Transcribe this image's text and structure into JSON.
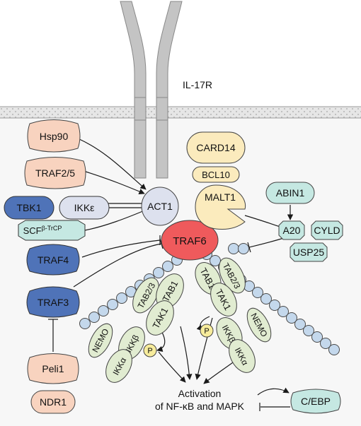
{
  "receptor": {
    "label": "IL-17R"
  },
  "nodes": {
    "hsp90": "Hsp90",
    "traf25": "TRAF2/5",
    "tbk1": "TBK1",
    "ikke": "IKKε",
    "scf_base": "SCF",
    "scf_sup": "β-TrCP",
    "traf4": "TRAF4",
    "traf3": "TRAF3",
    "peli1": "Peli1",
    "ndr1": "NDR1",
    "act1": "ACT1",
    "traf6": "TRAF6",
    "card14": "CARD14",
    "bcl10": "BCL10",
    "malt1": "MALT1",
    "abin1": "ABIN1",
    "a20": "A20",
    "cyld": "CYLD",
    "usp25": "USP25",
    "tab23": "TAB2/3",
    "tab1": "TAB1",
    "tak1": "TAK1",
    "nemo": "NEMO",
    "ikkb": "IKKβ",
    "ikka": "IKKα",
    "p": "P",
    "cebp": "C/EBP"
  },
  "output": {
    "line1": "Activation",
    "line2": "of NF-κB and MAPK"
  },
  "colors": {
    "peach": "#f8d3bf",
    "blue": "#4f73b8",
    "ice": "#c9ddf2",
    "lavender": "#dde1ee",
    "red": "#ef5a5c",
    "cream": "#fbebbd",
    "teal": "#c5e8e2",
    "green": "#e1ecd1",
    "ub": "#c4d8ec",
    "membrane": "#dcdcdc",
    "receptor": "#bdbdbd",
    "phospho": "#f7ec9c"
  }
}
